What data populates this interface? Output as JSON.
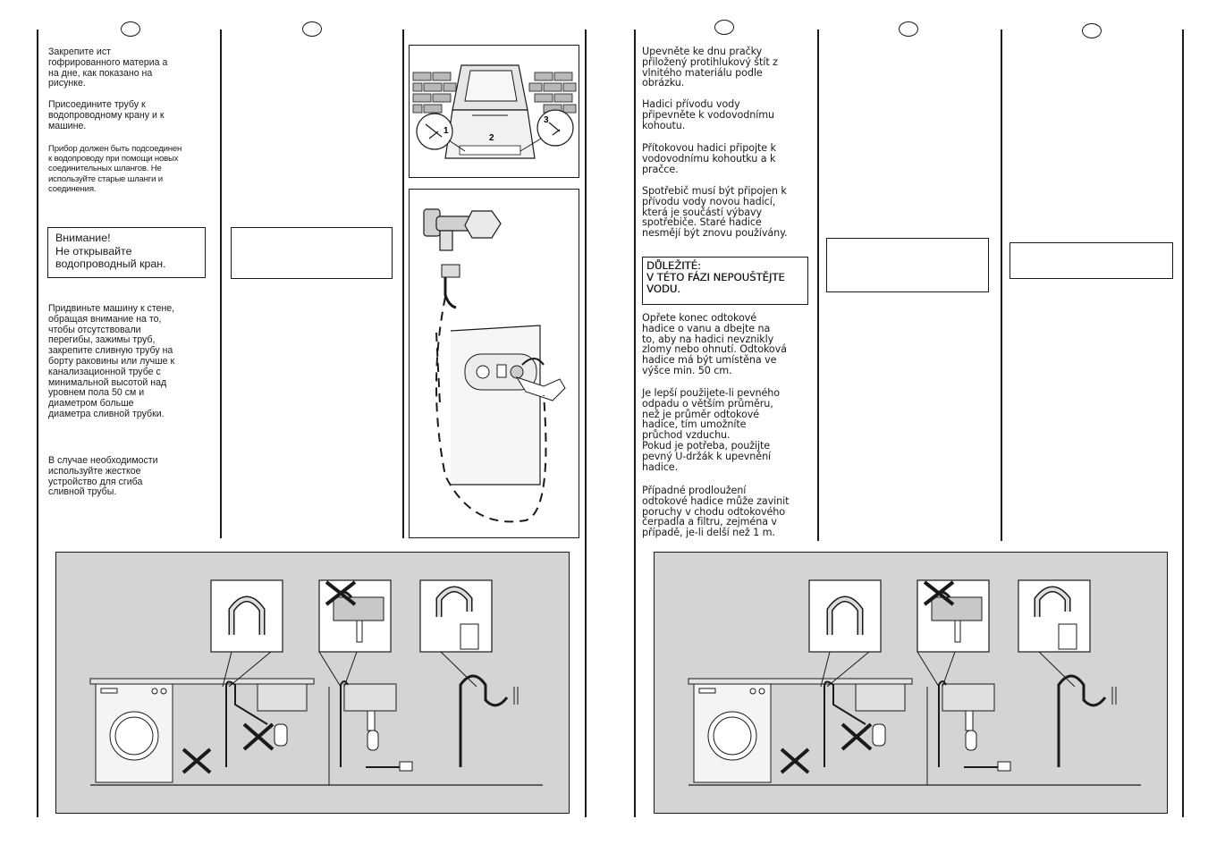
{
  "ru_column": {
    "p1": "Закрепите   ист\nгофрированного материа  а\nна дне, как показано на\nрисунке.",
    "p2": "Присоедините трубу к\nводопроводному крану и к\nмашине.",
    "p3": "Прибор должен быть подсоединен\nк водопроводу при помощи новых\nсоединительных шлангов. Не\nиспользуйте старые шланги и\nсоединения.",
    "warning": "Внимание!\nНе открывайте\nводопроводный кран.",
    "p4": "Придвиньте машину к стене,\nобращая внимание на то,\nчтобы отсутствовали\nперегибы, зажимы труб,\nзакрепите сливную трубу на\nборту раковины или лучше к\nканализационной трубе с\nминимальной высотой над\nуровнем пола 50 см и\nдиаметром больше\nдиаметра сливной трубки.",
    "p5": "В случае необходимости\nиспользуйте жесткое\nустройство для сгиба\nсливной трубы."
  },
  "cz_column": {
    "p1": "Upevněte ke dnu pračky\npřiložený protihlukový štít z\nvlnitého materiálu podle\nobrázku.",
    "p2": "Hadici přívodu vody\npřipevněte k vodovodnímu\nkohoutu.",
    "p3": "Přítokovou hadici připojte k\nvodovodnímu kohoutku a k\npračce.",
    "p4": "Spotřebič musí být připojen k\npřívodu vody novou hadicí,\nkterá je součástí výbavy\nspotřebiče. Staré hadice\nnesmějí být znovu používány.",
    "warning": "DŮLEŽITÉ:\nV TÉTO FÁZI NEPOUŠTĚJTE\nVODU.",
    "p5": "Opřete konec odtokové\nhadice o vanu a dbejte na\nto, aby na hadici nevznikly\nzlomy nebo ohnutí. Odtoková\nhadice má být umístěna ve\nvýšce min. 50 cm.",
    "p6": "Je lepší použijete-li pevného\nodpadu o větším průměru,\nnež je průměr odtokové\nhadice, tím umožníte\nprůchod vzduchu.\nPokud je potřeba, použijte\npevný U-držák k upevnění\nhadice.",
    "p7": "Případné prodloužení\nodtokové hadice může zavinit\nporuchy v chodu odtokového\nčerpadla a filtru, zejména v\npřípadě, je-li delší než 1 m."
  },
  "figure_labels": {
    "step1": "1",
    "step2": "2",
    "step3": "3"
  },
  "colors": {
    "ink": "#1a1a1a",
    "panel_gray": "#d4d4d4",
    "sink_gray": "#c8c8c8"
  },
  "icons": {
    "language_marker": "oval",
    "forbidden": "x-mark"
  }
}
